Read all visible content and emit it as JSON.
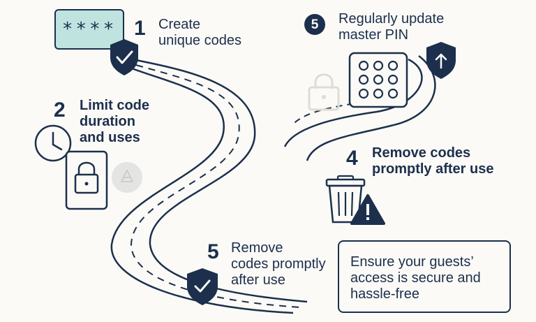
{
  "steps": [
    {
      "number": "1",
      "label": "Create\nunique codes"
    },
    {
      "number": "2",
      "label": "Limit code\nduration\nand uses"
    },
    {
      "number": "5",
      "label": "Regularly update\nmaster PIN"
    },
    {
      "number": "4",
      "label": "Remove codes\npromptly after use"
    },
    {
      "number": "5",
      "label": "Remove\ncodes promptly\nafter use"
    }
  ],
  "code_box_text": "****",
  "callout": "Ensure your guests’ access is secure and hassle-free",
  "icons": [
    "shield-check-icon",
    "shield-upload-icon",
    "clock-icon",
    "door-lock-icon",
    "lock-icon",
    "keypad-icon",
    "trash-can-icon",
    "warning-icon"
  ],
  "colors": {
    "navy": "#1c2f4d",
    "teal": "#bfe3df",
    "background": "#fbfaf6"
  }
}
